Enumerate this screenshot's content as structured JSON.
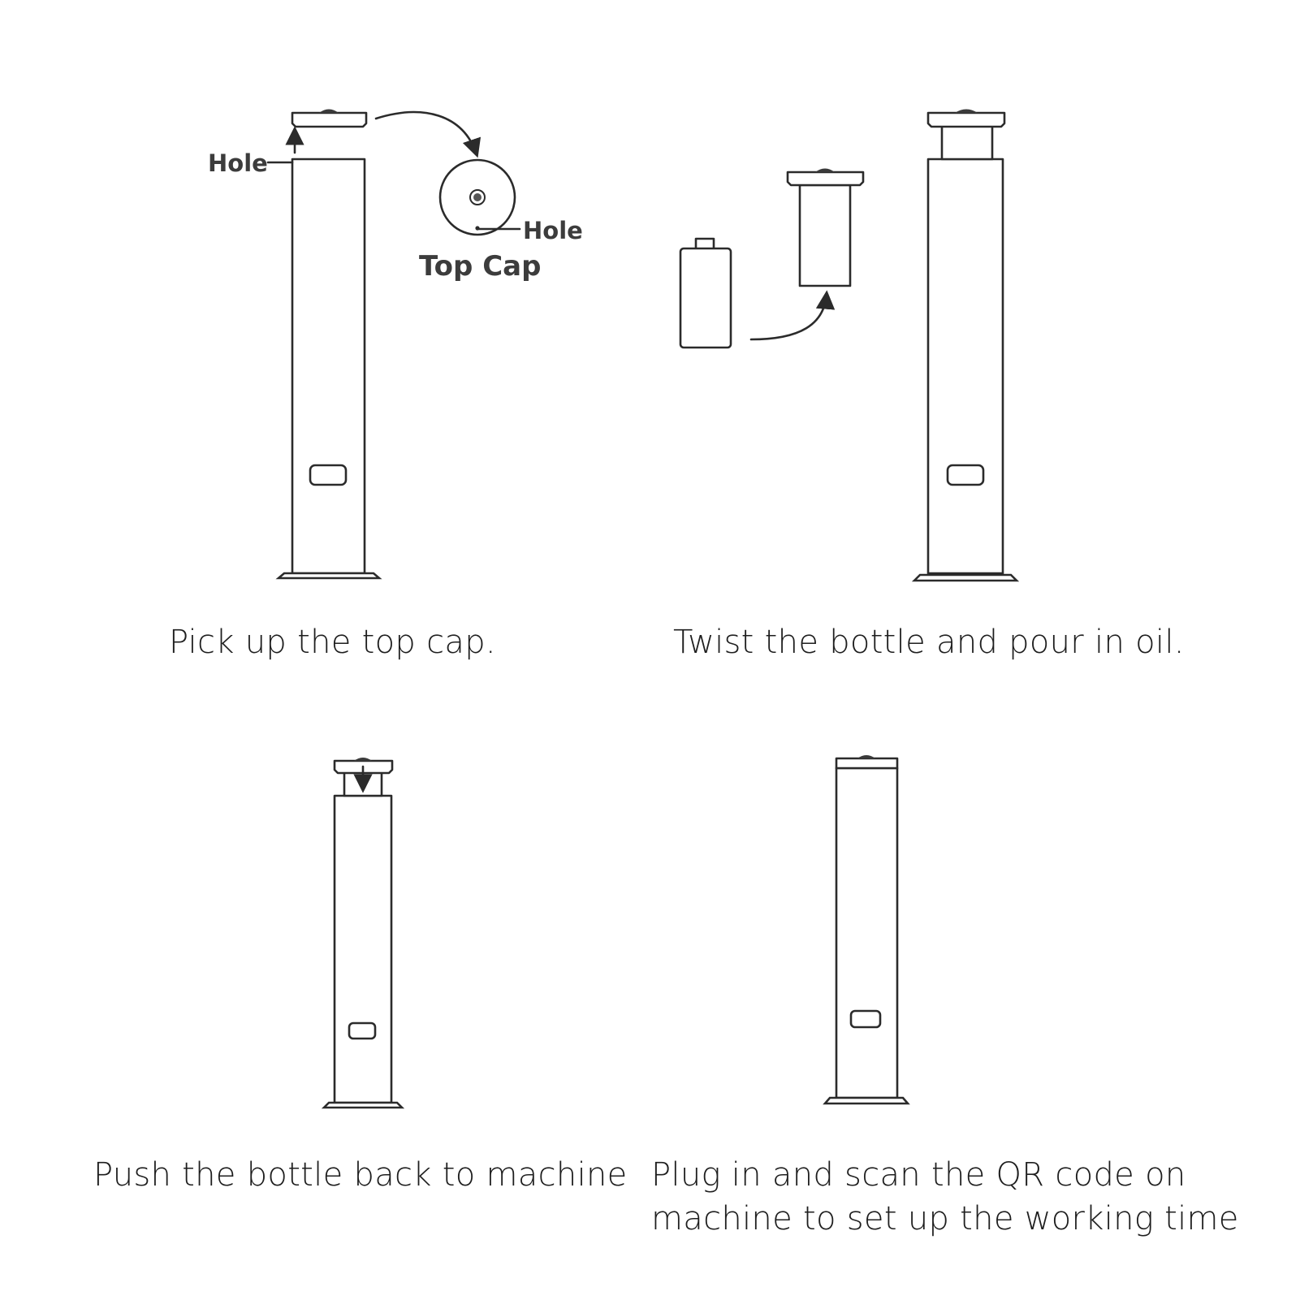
{
  "panels": [
    {
      "caption": "Pick up the top cap.",
      "labels": {
        "hole_left": "Hole",
        "hole_right": "Hole",
        "top_cap": "Top Cap"
      }
    },
    {
      "caption": "Twist the bottle and pour in oil."
    },
    {
      "caption": "Push the bottle back to machine"
    },
    {
      "caption_line1": "Plug in and scan the QR code on",
      "caption_line2": "machine to set up the working time"
    }
  ]
}
